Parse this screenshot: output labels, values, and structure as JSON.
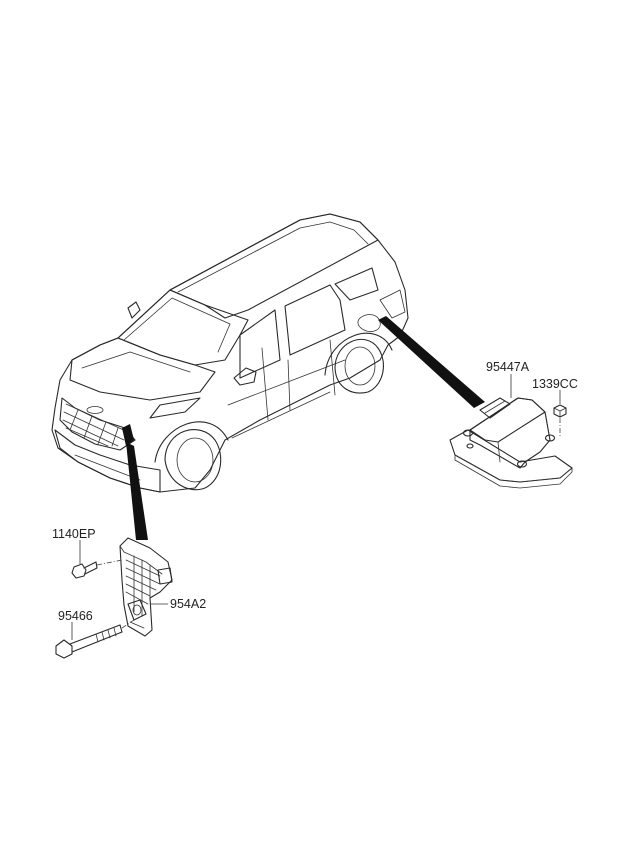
{
  "diagram": {
    "parts": [
      {
        "id": "airbag-control-unit",
        "part_number": "95447A"
      },
      {
        "id": "nut",
        "part_number": "1339CC"
      },
      {
        "id": "bolt-small",
        "part_number": "1140EP"
      },
      {
        "id": "front-sensor-bracket",
        "part_number": "954A2"
      },
      {
        "id": "bolt-long",
        "part_number": "95466"
      }
    ],
    "colors": {
      "line": "#2a2a2a",
      "fill": "#ffffff",
      "pointer": "#111111"
    }
  }
}
